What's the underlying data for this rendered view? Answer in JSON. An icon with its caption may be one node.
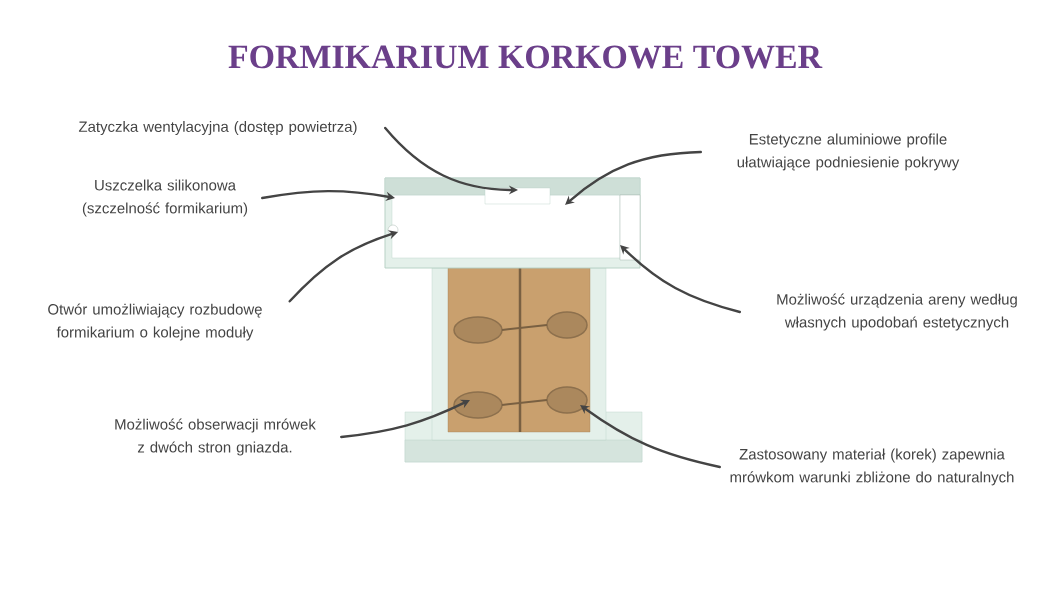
{
  "diagram": {
    "title": "FORMIKARIUM KORKOWE TOWER",
    "nodes": [
      {
        "text": [
          "Zatyczka wentylacyjna (dostęp powietrza)"
        ]
      },
      {
        "text": [
          "Estetyczne aluminiowe profile ułatwiające podniesienie pokrywy"
        ]
      },
      {
        "text": [
          "Uszczelka silikonowa (szczelność formikarium)"
        ]
      },
      {
        "text": [
          "Otwór umożliwiający rozbudowę formikarium o kolejne moduły"
        ]
      },
      {
        "text": [
          "Możliwość urządzenia areny według własnych upodobań estetycznych"
        ]
      },
      {
        "text": [
          "Możliwość obserwacji mrówek z dwóch stron gniazda."
        ]
      },
      {
        "text": [
          "Zastosowany materiał (korek) zapewnia mrówkom warunki zbliżone do naturalnych"
        ]
      },
      {
        "text": [],
        "shape": "picture"
      }
    ],
    "edges": [
      {
        "from": 0,
        "to": 7,
        "arrow": "to"
      },
      {
        "from": 1,
        "to": 7,
        "arrow": "to"
      },
      {
        "from": 2,
        "to": 7,
        "arrow": "to"
      },
      {
        "from": 3,
        "to": 7,
        "arrow": "to"
      },
      {
        "from": 4,
        "to": 7,
        "arrow": "to"
      },
      {
        "from": 5,
        "to": 7,
        "arrow": "to"
      },
      {
        "from": 6,
        "to": 7,
        "arrow": "to"
      }
    ]
  }
}
